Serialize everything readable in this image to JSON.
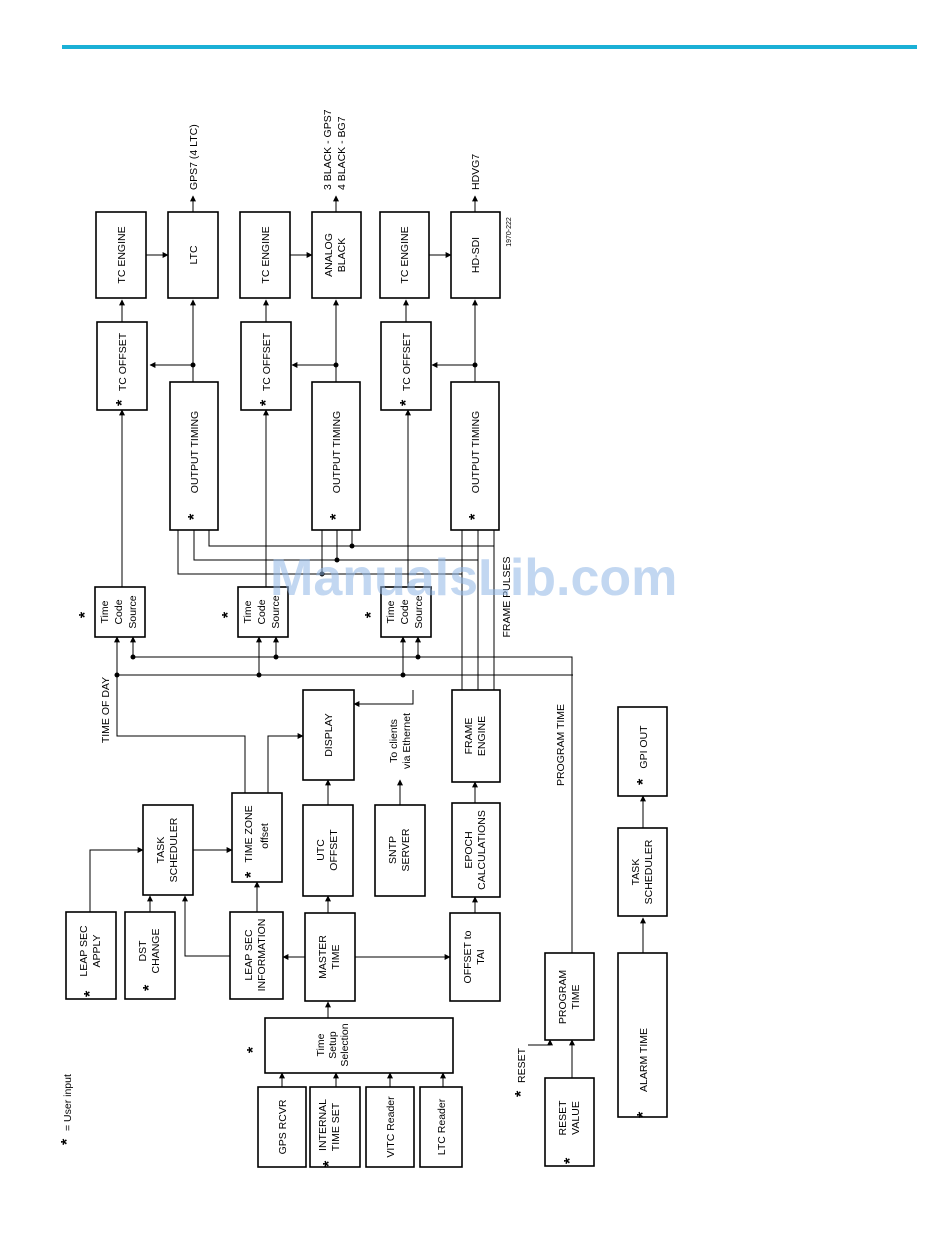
{
  "colors": {
    "rule": "#1ab0d6",
    "watermark": "#8fb6e6"
  },
  "watermark": "ManualsLib.com",
  "figure_id": "1970-222",
  "legend": {
    "asterisk": "*",
    "text": "= User input"
  },
  "labels": {
    "gps_rcvr": "GPS RCVR",
    "internal_time_set": [
      "INTERNAL",
      "TIME SET"
    ],
    "vitc_reader": "VITC Reader",
    "ltc_reader": "LTC Reader",
    "time_setup_selection": [
      "Time",
      "Setup",
      "Selection"
    ],
    "leap_sec_apply": [
      "LEAP SEC",
      "APPLY"
    ],
    "dst_change": [
      "DST",
      "CHANGE"
    ],
    "leap_sec_information": [
      "LEAP SEC",
      "INFORMATION"
    ],
    "master_time": [
      "MASTER",
      "TIME"
    ],
    "offset_to_tai": [
      "OFFSET to",
      "TAI"
    ],
    "task_scheduler": [
      "TASK",
      "SCHEDULER"
    ],
    "time_zone_offset": [
      "TIME ZONE",
      "offset"
    ],
    "utc_offset": [
      "UTC",
      "OFFSET"
    ],
    "sntp_server": [
      "SNTP",
      "SERVER"
    ],
    "epoch_calculations": [
      "EPOCH",
      "CALCULATIONS"
    ],
    "display": "DISPLAY",
    "frame_engine": [
      "FRAME",
      "ENGINE"
    ],
    "to_clients": [
      "To clients",
      "via Ethernet"
    ],
    "time_of_day": "TIME OF DAY",
    "program_time_label": "PROGRAM TIME",
    "frame_pulses": "FRAME PULSES",
    "time_code_source": [
      "Time",
      "Code",
      "Source"
    ],
    "output_timing": "OUTPUT TIMING",
    "tc_offset": "TC OFFSET",
    "tc_engine": "TC ENGINE",
    "ltc": "LTC",
    "analog_black": [
      "ANALOG",
      "BLACK"
    ],
    "hd_sdi": "HD-SDI",
    "out_ltc": "GPS7 (4 LTC)",
    "out_black": [
      "3 BLACK - GPS7",
      "4 BLACK - BG7"
    ],
    "out_hdsdi": "HDVG7",
    "reset": "RESET",
    "reset_value": [
      "RESET",
      "VALUE"
    ],
    "program_time_box": [
      "PROGRAM",
      "TIME"
    ],
    "alarm_time": "ALARM TIME",
    "gpi_out": "GPI OUT"
  }
}
